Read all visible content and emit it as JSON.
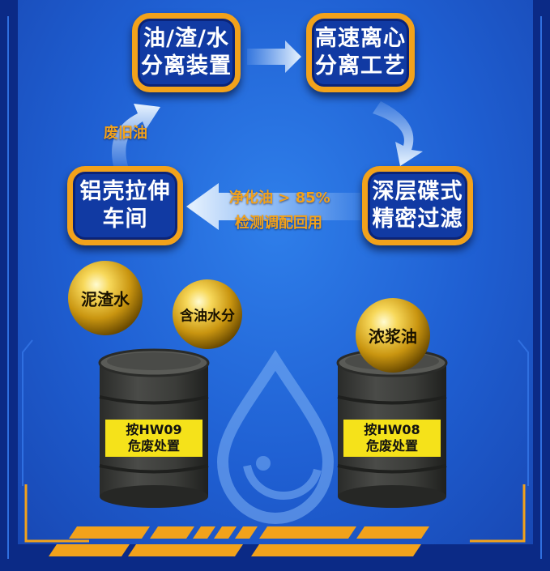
{
  "steps": {
    "separator": [
      "油/渣/水",
      "分离装置"
    ],
    "centrifuge": [
      "高速离心",
      "分离工艺"
    ],
    "filter": [
      "深层碟式",
      "精密过滤"
    ],
    "workshop": [
      "铝壳拉伸",
      "车间"
    ]
  },
  "flow_labels": {
    "waste_oil": "废旧油",
    "purified_line1": "净化油 > 85%",
    "purified_line2": "检测调配回用"
  },
  "residues": {
    "sludge_water": "泥渣水",
    "oily_water": "含油水分",
    "thick_oil": "浓浆油"
  },
  "barrels": {
    "left": [
      "按HW09",
      "危废处置"
    ],
    "right": [
      "按HW08",
      "危废处置"
    ]
  },
  "colors": {
    "accent_orange": "#f2a21b",
    "box_fill": "#113aa3",
    "panel_blue": "#1f5fd2",
    "label_yellow": "#f5e21a",
    "barrel_gray": "#3e3f3d"
  }
}
